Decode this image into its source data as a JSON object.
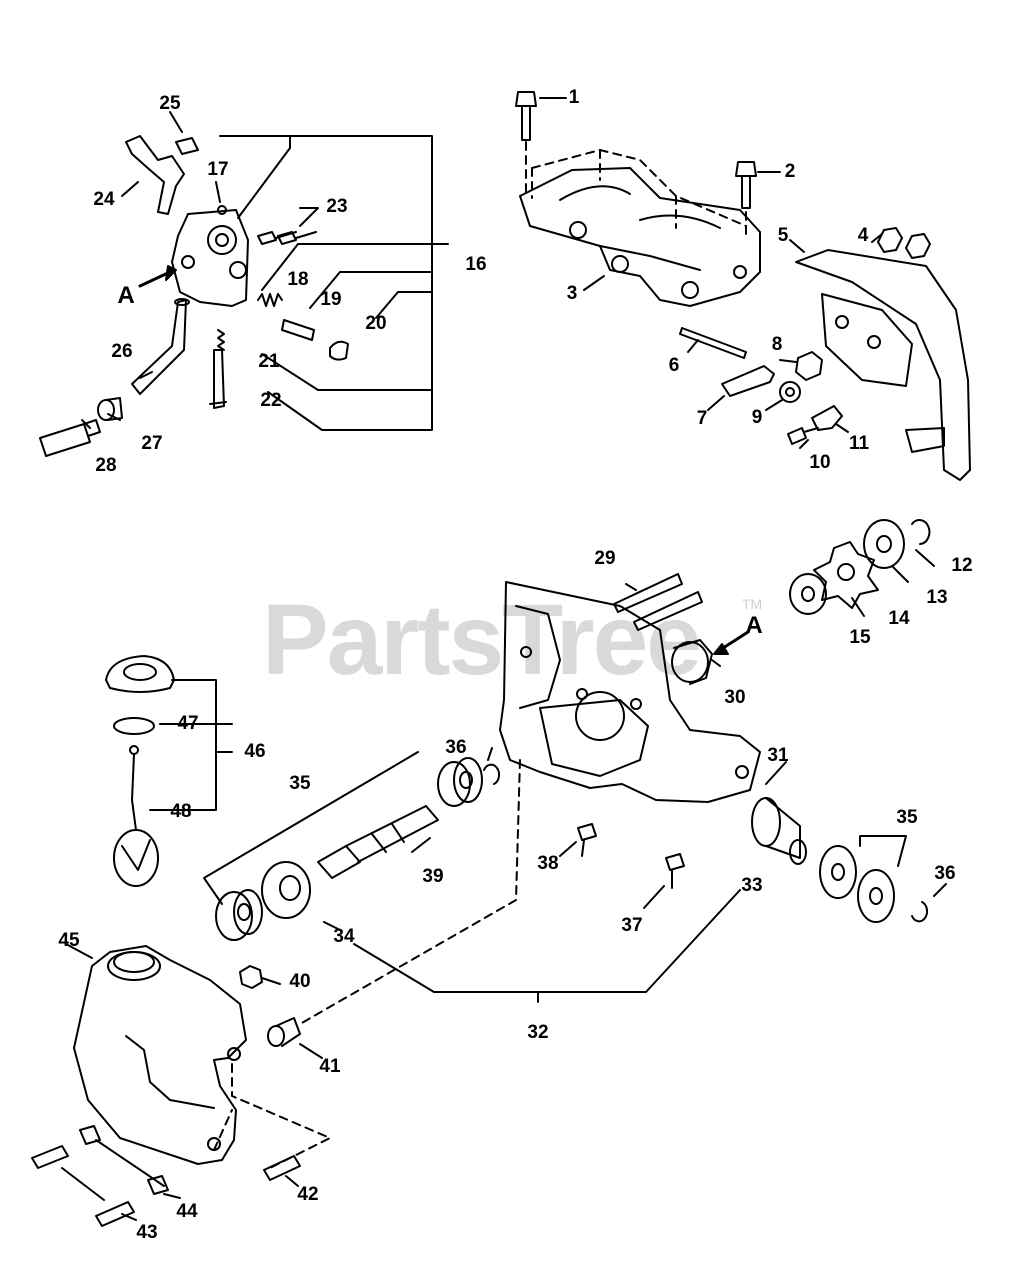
{
  "watermark": {
    "text": "PartsTree",
    "trademark": "TM"
  },
  "callouts": {
    "a_left": "A",
    "a_right": "A",
    "parts": [
      "1",
      "2",
      "3",
      "4",
      "5",
      "6",
      "7",
      "8",
      "9",
      "10",
      "11",
      "12",
      "13",
      "14",
      "15",
      "16",
      "17",
      "18",
      "19",
      "20",
      "21",
      "22",
      "23",
      "24",
      "25",
      "26",
      "27",
      "28",
      "29",
      "30",
      "31",
      "32",
      "33",
      "34",
      "35",
      "35",
      "36",
      "36",
      "37",
      "38",
      "39",
      "40",
      "41",
      "42",
      "43",
      "44",
      "45",
      "46",
      "47",
      "48"
    ]
  }
}
